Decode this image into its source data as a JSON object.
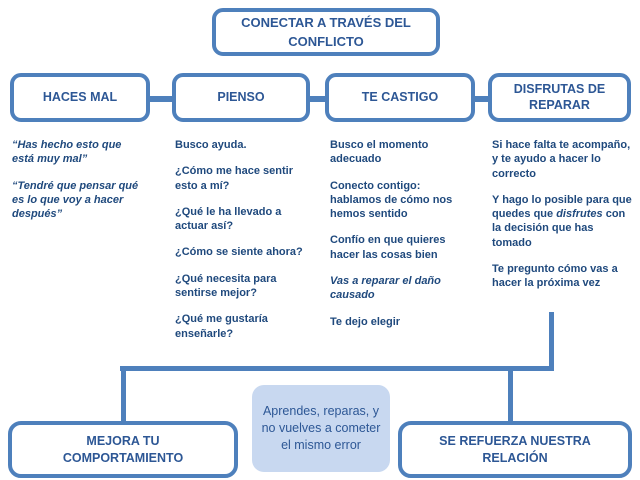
{
  "palette": {
    "line_blue": "#4e80bc",
    "heading_text": "#2d5795",
    "body_text": "#1f497d",
    "note_fill": "#c8d8f0",
    "box_fill": "#ffffff"
  },
  "title": {
    "label": "CONECTAR A TRAVÉS DEL CONFLICTO"
  },
  "flow": {
    "columns": [
      {
        "header": "HACES MAL",
        "items": [
          "“Has hecho esto que está muy mal”",
          "“Tendré que pensar qué es lo que voy a hacer después”"
        ]
      },
      {
        "header": "PIENSO",
        "items": [
          "Busco ayuda.",
          "¿Cómo me hace sentir esto a mí?",
          "¿Qué le ha llevado a actuar así?",
          "¿Cómo se siente ahora?",
          "¿Qué necesita para sentirse mejor?",
          "¿Qué me gustaría enseñarle?"
        ]
      },
      {
        "header": "TE CASTIGO",
        "items": [
          "Busco el momento adecuado",
          "Conecto contigo: hablamos de cómo nos hemos sentido",
          "Confío en que quieres hacer las cosas bien",
          "Vas a reparar el daño causado",
          "Te dejo elegir"
        ]
      },
      {
        "header": "DISFRUTAS DE REPARAR",
        "items": [
          "Si hace falta te acompaño, y te ayudo a hacer lo correcto",
          {
            "pre": "Y hago lo posible para que quedes que ",
            "em": "disfrutes",
            "post": " con la decisión que has tomado"
          },
          "Te pregunto cómo vas a hacer la próxima vez"
        ]
      }
    ]
  },
  "outcomes": {
    "left": "MEJORA TU COMPORTAMIENTO",
    "right": "SE REFUERZA NUESTRA RELACIÓN",
    "note": "Aprendes, reparas, y no vuelves a cometer el mismo error"
  }
}
